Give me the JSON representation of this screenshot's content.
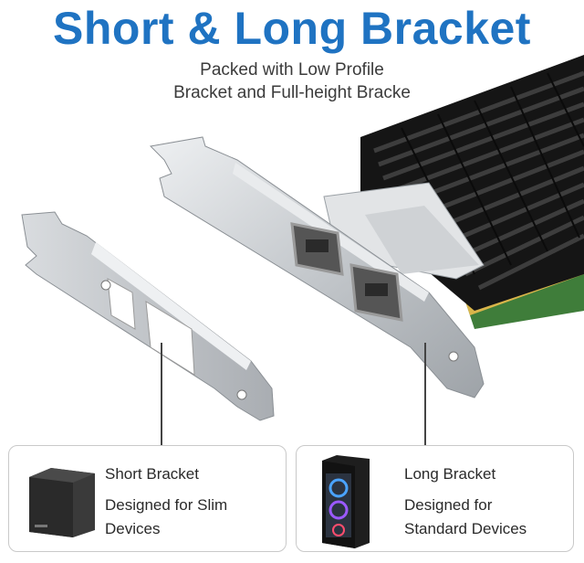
{
  "title": "Short & Long Bracket",
  "subtitle": {
    "line1": "Packed with Low Profile",
    "line2": "Bracket and Full-height Bracke"
  },
  "short_card": {
    "name": "Short Bracket",
    "line1": "Designed for Slim",
    "line2": "Devices"
  },
  "long_card": {
    "name": "Long Bracket",
    "line1": "Designed for",
    "line2": "Standard Devices"
  },
  "colors": {
    "title": "#1f73c2",
    "heatsink": "#1b1b1b",
    "pcb": "#3f7d3a",
    "bracket": "#c9ccd0"
  }
}
